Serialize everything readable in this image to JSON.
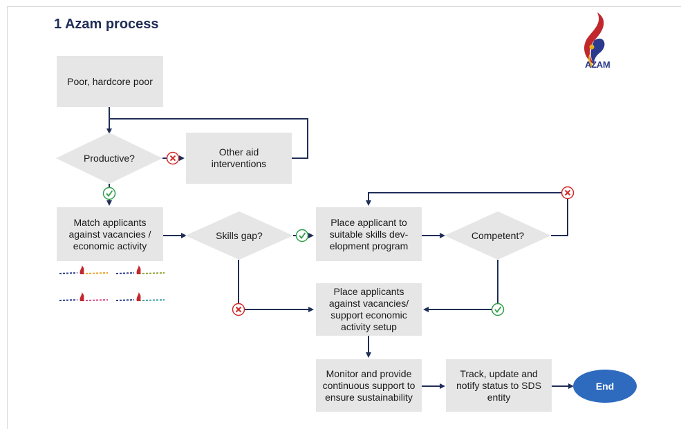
{
  "title": "1 Azam process",
  "logo": {
    "text": "AZAM",
    "icon": "flame-logo-icon"
  },
  "nodes": {
    "poor": "Poor, hardcore poor",
    "productive": "Productive?",
    "other_aid": "Other aid interventions",
    "match": "Match applicants against vacancies / economic activity",
    "skills_gap": "Skills gap?",
    "place_program": "Place applicant to suitable skills dev-elopment program",
    "competent": "Competent?",
    "place_vacancies": "Place applicants against vacancies/ support economic activity setup",
    "monitor": "Monitor and provide continuous support to ensure sustainability",
    "track": "Track, update and notify status to SDS entity",
    "end": "End"
  },
  "sub_programs": {
    "items": [
      {
        "color": "#e8a020",
        "icon": "azam-tekat-logo-icon"
      },
      {
        "color": "#8aa030",
        "icon": "azam-niaga-logo-icon"
      },
      {
        "color": "#d04a8a",
        "icon": "azam-kerja-logo-icon"
      },
      {
        "color": "#3aa0a0",
        "icon": "azam-tani-logo-icon"
      }
    ]
  },
  "colors": {
    "arrow": "#1f2d57",
    "box": "#e6e6e6",
    "no": "#d12b2b",
    "yes": "#2f9e4a",
    "end": "#2e6bbf"
  }
}
